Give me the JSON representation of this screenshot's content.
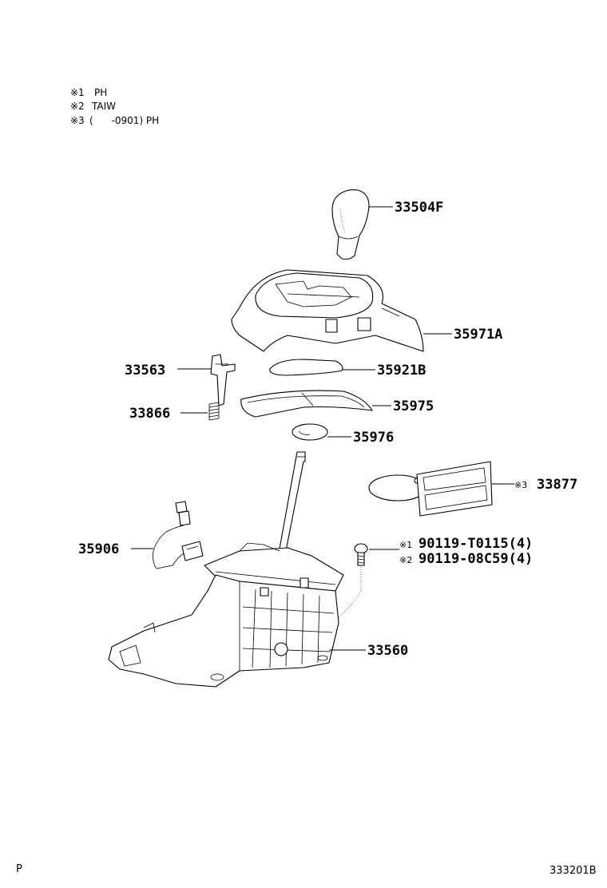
{
  "notes": [
    {
      "mark": "※1",
      "text": "PH"
    },
    {
      "mark": "※2",
      "text": "TAIW"
    },
    {
      "mark": "※3",
      "text": "(      -0901) PH"
    }
  ],
  "parts": {
    "knob": "33504F",
    "bezel": "35971A",
    "cover_plate": "35921B",
    "indicator_plate": "35975",
    "indicator_lamp": "35976",
    "lock_pin": "33563",
    "spring": "33866",
    "wire_harness": "35906",
    "lock_release_plate": "33877",
    "screw_1": "90119-T0115(4)",
    "screw_2": "90119-08C59(4)",
    "shift_lever_assy": "33560"
  },
  "marks": {
    "m1": "※1",
    "m2": "※2",
    "m3": "※3"
  },
  "footer": {
    "left": "P",
    "right": "333201B"
  }
}
